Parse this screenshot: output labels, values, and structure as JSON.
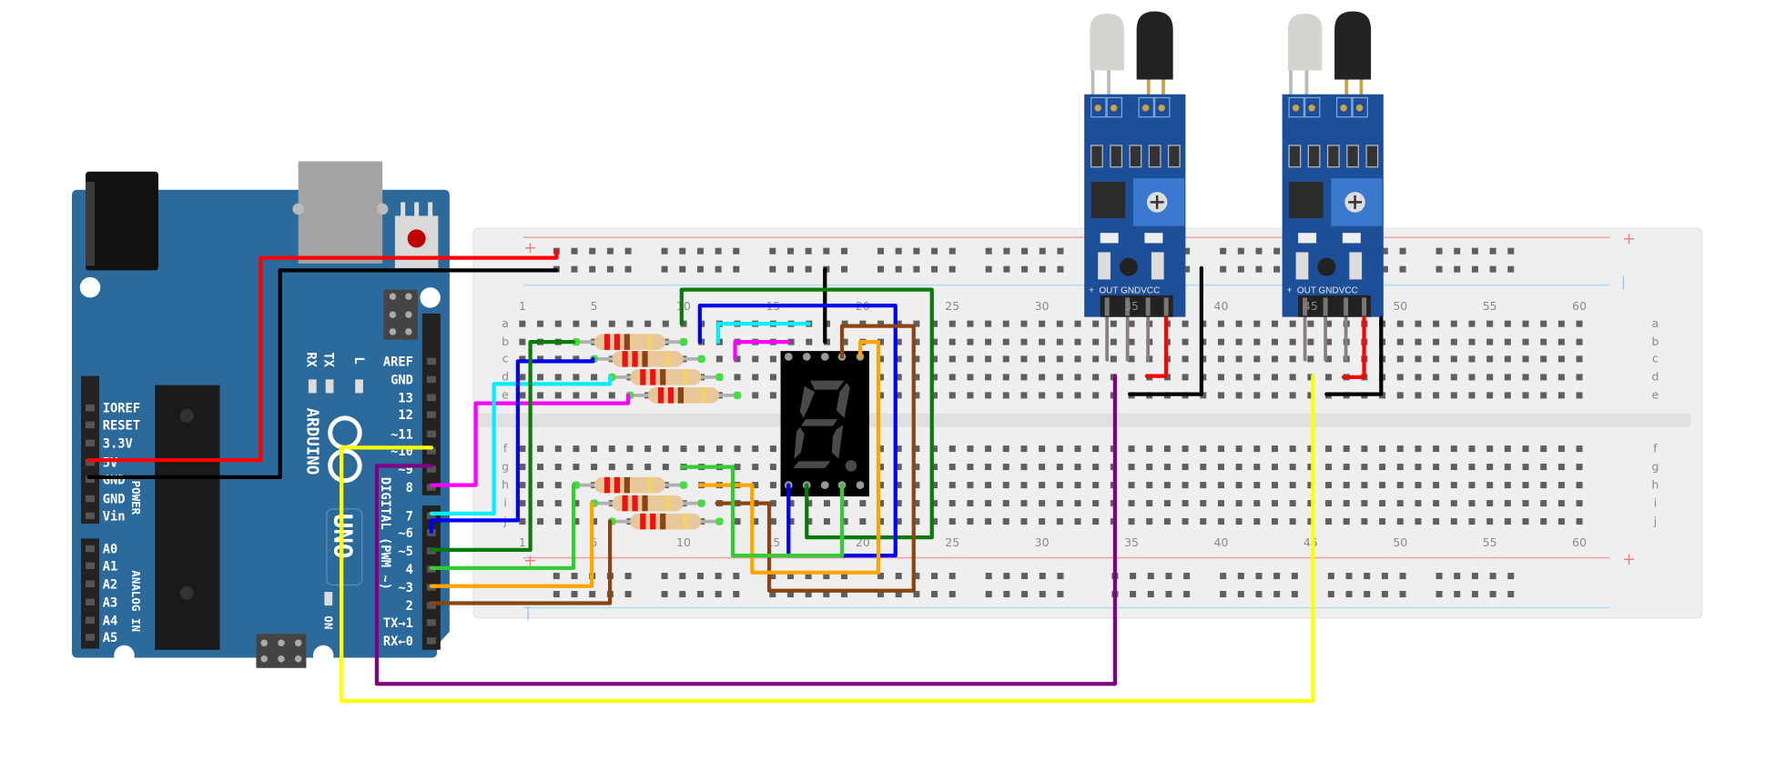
{
  "arduino": {
    "brand": "ARDUINO",
    "model": "UNO",
    "on_label": "ON",
    "digital_label": "DIGITAL (PWM ~)",
    "power_label": "POWER",
    "analog_label": "ANALOG IN",
    "led_labels": [
      "RX",
      "TX",
      "L"
    ],
    "digital_pins": [
      "AREF",
      "GND",
      "13",
      "12",
      "~11",
      "~10",
      "~9",
      "8",
      "7",
      "~6",
      "~5",
      "4",
      "~3",
      "2",
      "TX→1",
      "RX←0"
    ],
    "power_pins": [
      "IOREF",
      "RESET",
      "3.3V",
      "5V",
      "GND",
      "GND",
      "Vin"
    ],
    "analog_pins": [
      "A0",
      "A1",
      "A2",
      "A3",
      "A4",
      "A5"
    ],
    "board_color": "#2d6a9c"
  },
  "breadboard": {
    "row_letters_top": [
      "a",
      "b",
      "c",
      "d",
      "e"
    ],
    "row_letters_bottom": [
      "f",
      "g",
      "h",
      "i",
      "j"
    ],
    "column_numbers": [
      "1",
      "5",
      "10",
      "15",
      "20",
      "25",
      "30",
      "35",
      "40",
      "45",
      "50",
      "55",
      "60"
    ],
    "plus_sign": "+",
    "minus_sign": "|"
  },
  "sensors": [
    {
      "pin_labels": "OUT GNDVCC",
      "plus": "+"
    },
    {
      "pin_labels": "OUT GNDVCC",
      "plus": "+"
    }
  ],
  "display": {
    "type": "7-segment",
    "digit_shown": "8."
  },
  "resistor_bands": [
    "#ee1111",
    "#ee1111",
    "#8b4513",
    "#f0d070"
  ],
  "wire_colors": {
    "red": "#ff0000",
    "black": "#000000",
    "yellow": "#ffff00",
    "purple": "#800080",
    "magenta": "#ff00ff",
    "cyan": "#00eeff",
    "blue": "#0000ee",
    "dark_green": "#0a7a0a",
    "green": "#33cc33",
    "orange": "#ffa500",
    "brown": "#8b4513"
  }
}
